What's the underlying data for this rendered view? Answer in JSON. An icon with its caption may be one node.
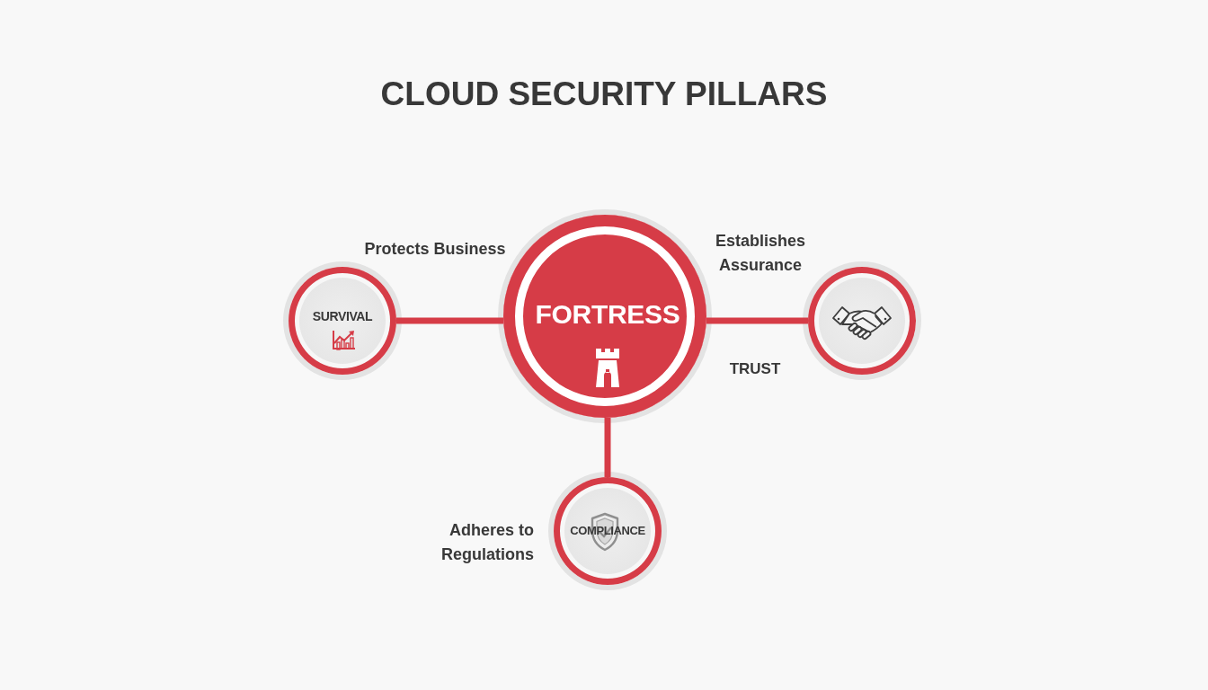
{
  "diagram": {
    "title": "CLOUD SECURITY PILLARS",
    "nodes": [
      {
        "text": [
          "SURVIVAL"
        ]
      },
      {
        "text": [
          "FORTRESS"
        ]
      },
      {
        "text": [],
        "shape": "circle",
        "beside": [
          "Establishes Assurance",
          "TRUST"
        ]
      },
      {
        "text": [
          "COMPLIANCE"
        ],
        "beside": [
          "Adheres to Regulations"
        ]
      }
    ],
    "edges": [
      {
        "from": 1,
        "to": 0,
        "arrow": "none"
      },
      {
        "from": 1,
        "to": 2,
        "arrow": "none"
      },
      {
        "from": 1,
        "to": 3,
        "arrow": "none"
      }
    ],
    "labels": [
      "Protects Business"
    ]
  }
}
